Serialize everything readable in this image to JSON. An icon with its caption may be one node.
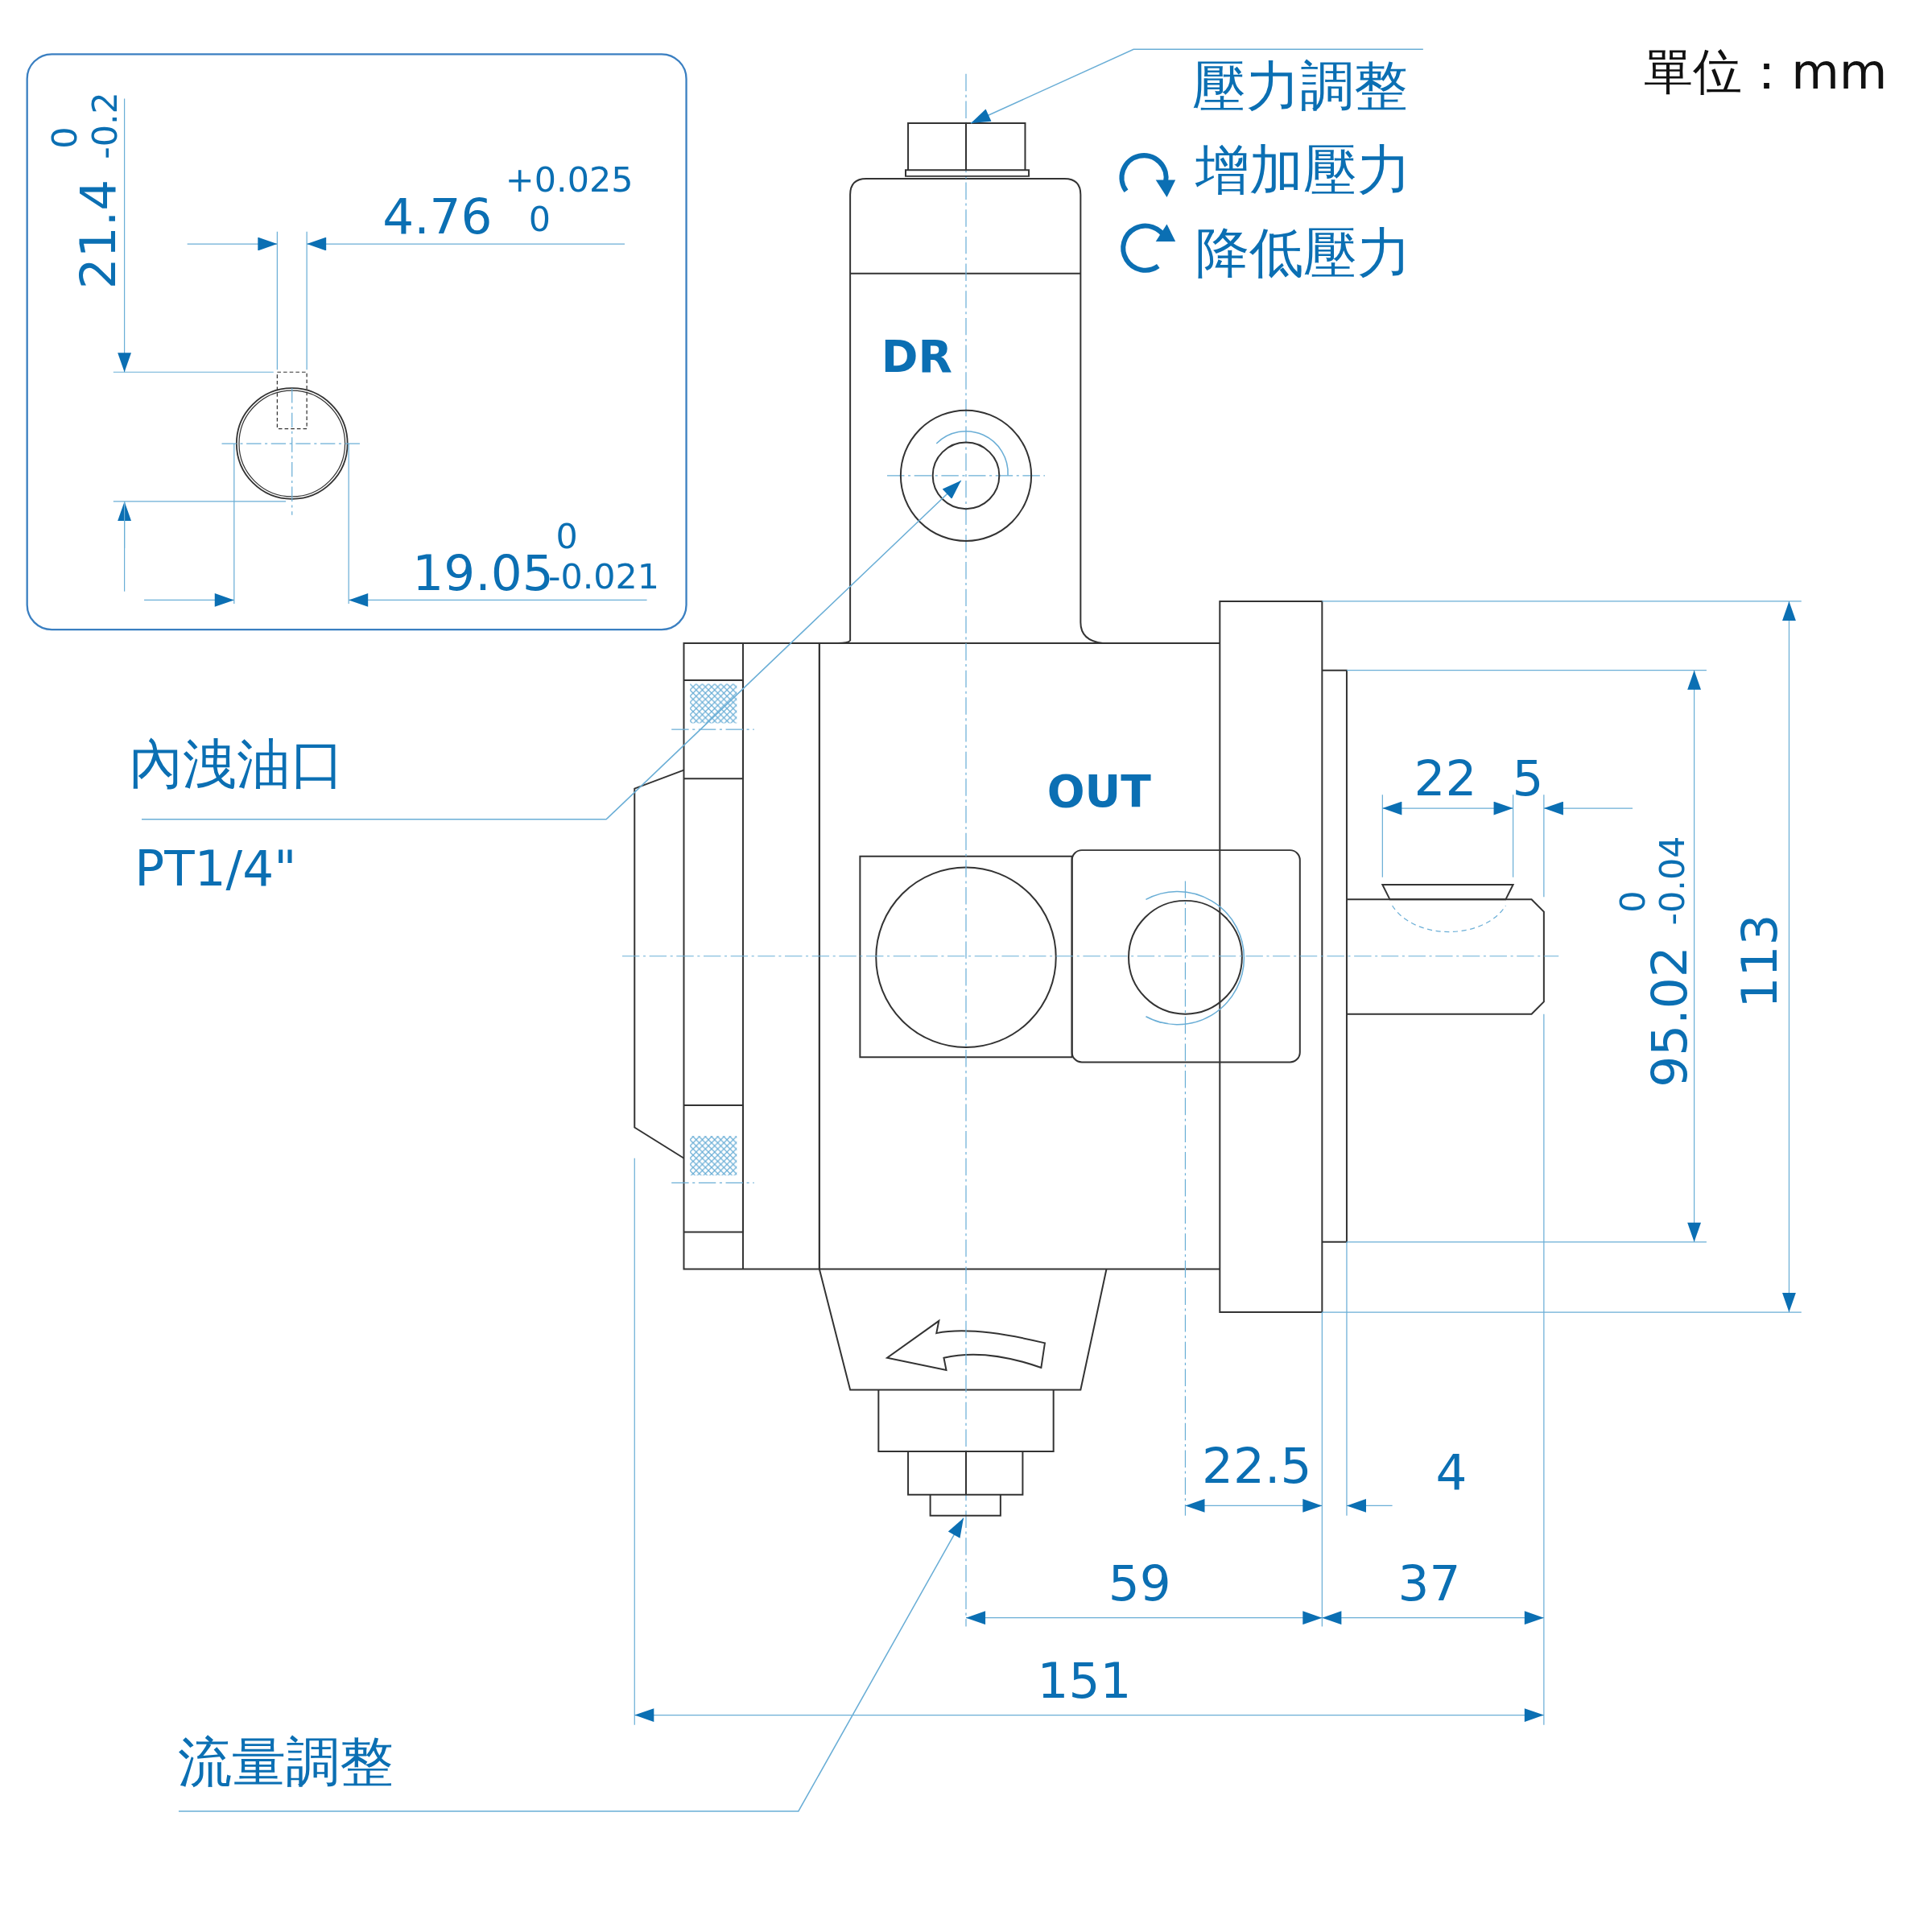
{
  "diagram": {
    "nodes": [
      {
        "text": [
          "壓力調整"
        ]
      },
      {
        "text": [],
        "shape": "box"
      },
      {
        "text": [
          "內洩油口",
          "PT1/4\""
        ]
      },
      {
        "text": [],
        "shape": "circle"
      },
      {
        "text": [
          "流量調整"
        ]
      },
      {
        "text": [],
        "shape": "box"
      }
    ],
    "edges": [
      {
        "from": 0,
        "to": 1,
        "arrow": "to"
      },
      {
        "from": 2,
        "to": 3,
        "arrow": "to"
      },
      {
        "from": 4,
        "to": 5,
        "arrow": "to"
      }
    ],
    "labels": [
      "單位：mm",
      "增加壓力",
      "降低壓力",
      "0",
      "-0.2",
      "21.4",
      "+0.025",
      "4.76",
      "0",
      "DR",
      "0",
      "19.05",
      "-0.021",
      "OUT",
      "22",
      "5",
      "0",
      "-0.04",
      "95.02",
      "113",
      "22.5",
      "4",
      "59",
      "37",
      "151"
    ]
  }
}
